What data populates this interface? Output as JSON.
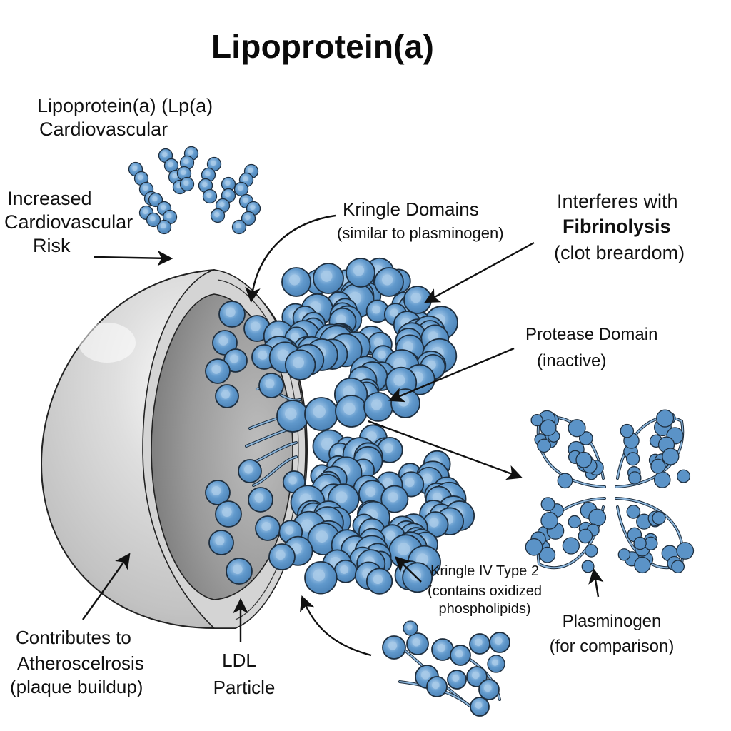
{
  "title": "Lipoprotein(a)",
  "colors": {
    "bead_fill": "#5b93c7",
    "bead_highlight": "#a6c9e6",
    "bead_outline": "#1e2e3e",
    "shell_light": "#e6e6e6",
    "shell_mid": "#c8c8c8",
    "shell_inner": "#8f8f8f",
    "text": "#111111",
    "background": "#ffffff"
  },
  "labels": {
    "lpa_header": {
      "lines": [
        "Lipoprotein(a) (Lp(a)",
        "Cardiovascular"
      ]
    },
    "risk": {
      "lines": [
        "Increased",
        "Cardiovascular",
        "Risk"
      ]
    },
    "kringle_domains": {
      "lines": [
        "Kringle Domains",
        "(similar to plasminogen)"
      ]
    },
    "fibrinolysis": {
      "line1": "Interferes with",
      "line2": "Fibrinolysis",
      "line3": "(clot breardom)"
    },
    "protease": {
      "lines": [
        "Protease Domain",
        "(inactive)"
      ]
    },
    "kringle_iv": {
      "lines": [
        "Kringle IV Type 2",
        "(contains oxidized",
        "phospholipids)"
      ]
    },
    "plasminogen": {
      "lines": [
        "Plasminogen",
        "(for comparison)"
      ]
    },
    "atherosclerosis": {
      "lines": [
        "Contributes to",
        "Atheroscelrosis",
        "(plaque buildup)"
      ]
    },
    "ldl": {
      "lines": [
        "LDL",
        "Particle"
      ]
    }
  },
  "structures": [
    {
      "name": "ldl-particle-hemisphere"
    },
    {
      "name": "apo-a-kringle-complex"
    },
    {
      "name": "lpa-small-clusters"
    },
    {
      "name": "plasminogen-cluster"
    },
    {
      "name": "kringle-iv-type2-cluster"
    }
  ]
}
